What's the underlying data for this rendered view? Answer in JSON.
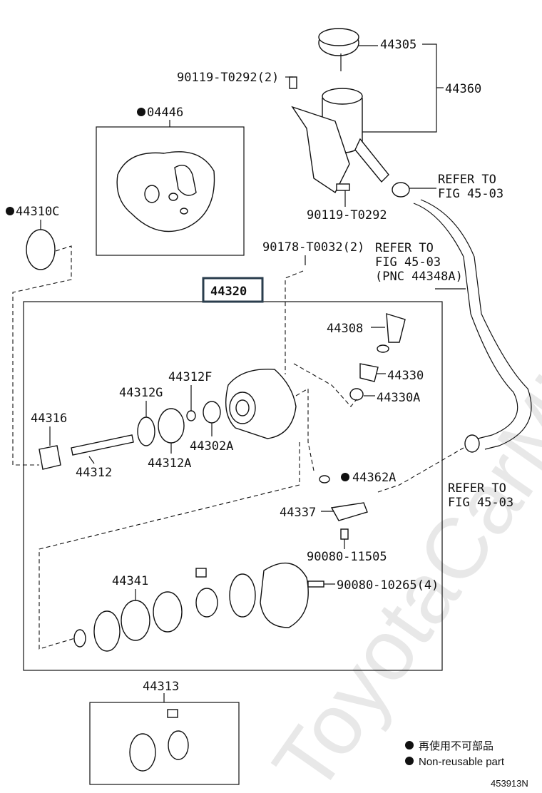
{
  "diagram": {
    "watermark": "ToyotaCarMine.ru",
    "labels": {
      "p44305": "44305",
      "p44360": "44360",
      "bolt_top": "90119-T0292(2)",
      "p04446": "04446",
      "p44310C": "44310C",
      "refer1_line1": "REFER TO",
      "refer1_line2": "FIG 45-03",
      "bolt_bracket": "90119-T0292",
      "nut": "90178-T0032(2)",
      "refer2_line1": "REFER TO",
      "refer2_line2": "FIG 45-03",
      "refer2_line3": "(PNC 44348A)",
      "p44320": "44320",
      "p44308": "44308",
      "p44312F": "44312F",
      "p44330": "44330",
      "p44312G": "44312G",
      "p44330A": "44330A",
      "p44316": "44316",
      "p44302A": "44302A",
      "p44312A": "44312A",
      "p44312": "44312",
      "p44362A": "44362A",
      "refer3_line1": "REFER TO",
      "refer3_line2": "FIG 45-03",
      "p44337": "44337",
      "bolt_union": "90080-11505",
      "p44341": "44341",
      "bolt_cover": "90080-10265(4)",
      "p44313": "44313"
    },
    "legend": {
      "japanese": "再使用不可部品",
      "english": "Non-reusable part"
    },
    "figure_id": "453913N"
  }
}
